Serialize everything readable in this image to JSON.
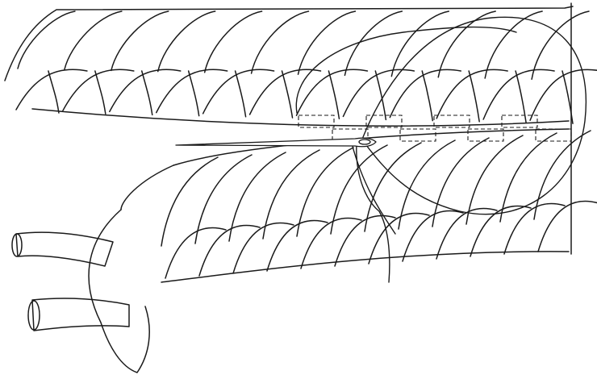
{
  "figure": {
    "title": "",
    "subject": "",
    "colors": {
      "ink": "#1a1a1a",
      "paper": "#ffffff"
    },
    "parts": [
      {
        "name": "upper-braid",
        "strand_loops": 12
      },
      {
        "name": "lower-braid",
        "strand_loops": 12
      },
      {
        "name": "loose-strand-ends",
        "count": 3
      },
      {
        "name": "lacing-thread"
      },
      {
        "name": "needle"
      },
      {
        "name": "hidden-stitches",
        "style": "dashed",
        "count": 8
      }
    ]
  }
}
